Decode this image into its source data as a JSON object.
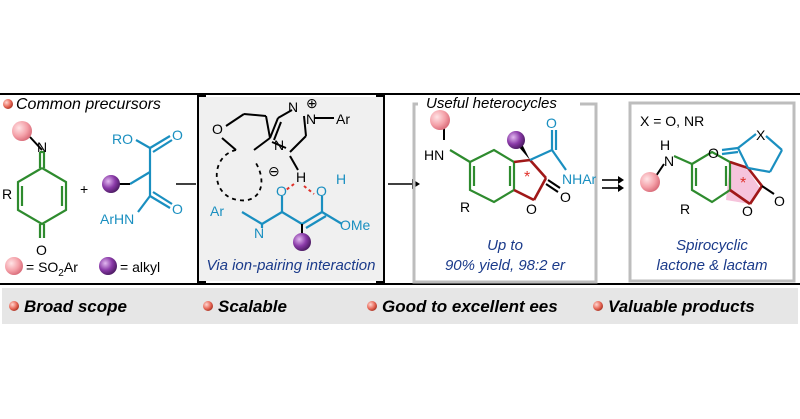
{
  "colors": {
    "green": "#2e8b2e",
    "teal": "#1a8fc0",
    "navy": "#1a3a8a",
    "red": "#e0312a",
    "darkred": "#a01818",
    "sphere_pink": "#f4a0a8",
    "sphere_purple": "#8a3aa8",
    "pink_fill": "#f6c4dc",
    "box_fill": "#f0f0f0"
  },
  "precursors": {
    "heading": "Common precursors",
    "legend_sulfonyl": "= SO",
    "legend_sulfonyl_sub": "2",
    "legend_sulfonyl_tail": "Ar",
    "legend_alkyl": "= alkyl",
    "r_label": "R",
    "ro_label": "RO",
    "arhn_label": "ArHN",
    "plus": "+",
    "o_label": "O",
    "n_label": "N"
  },
  "catalyst": {
    "caption": "Via ion-pairing interaction",
    "ar": "Ar",
    "ome": "OMe",
    "h": "H",
    "n": "N",
    "o": "O",
    "plus": "⊕",
    "minus": "⊖"
  },
  "heterocycles": {
    "heading": "Useful heterocycles",
    "hn": "HN",
    "nhar": "NHAr",
    "r": "R",
    "o": "O",
    "star": "*",
    "caption_line1": "Up to",
    "caption_line2": "90% yield, 98:2 er"
  },
  "spiro": {
    "x_def": "X = O, NR",
    "x": "X",
    "h": "H",
    "n": "N",
    "r": "R",
    "o": "O",
    "star": "*",
    "caption_line1": "Spirocyclic",
    "caption_line2": "lactone & lactam"
  },
  "features": [
    "Broad scope",
    "Scalable",
    "Good to excellent ees",
    "Valuable products"
  ]
}
